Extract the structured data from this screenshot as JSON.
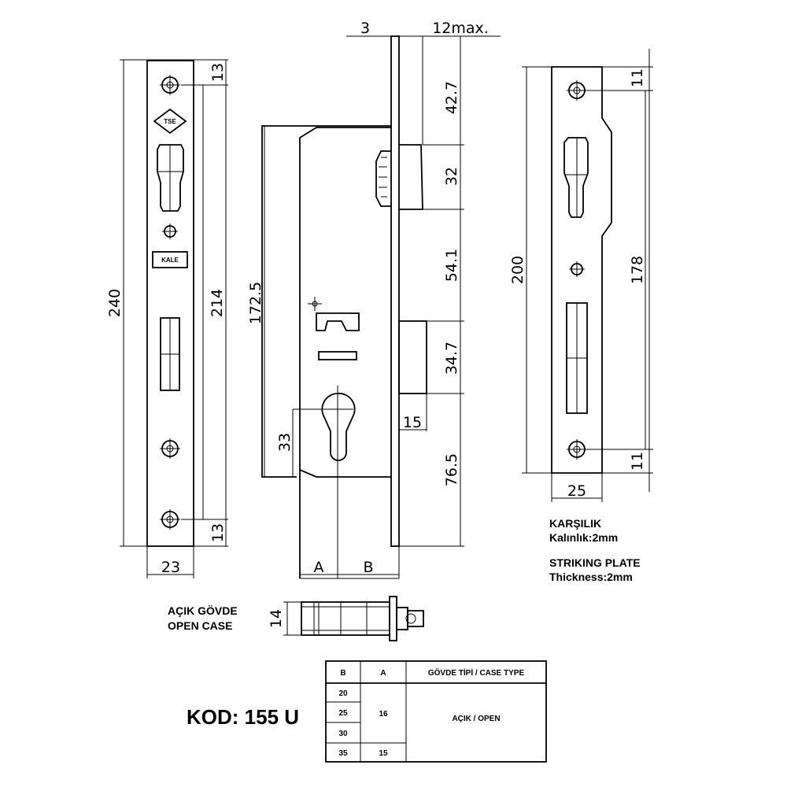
{
  "dimensions": {
    "faceplate_length": "240",
    "screw_pitch": "214",
    "screw_top_offset": "13",
    "screw_bottom_offset": "13",
    "faceplate_width": "23",
    "body_height": "172.5",
    "cylinder_height": "33",
    "faceplate_thickness": "3",
    "latch_projection": "12max.",
    "top_to_latch": "42.7",
    "latch_height": "32",
    "latch_to_bolt": "54.1",
    "bolt_height": "34.7",
    "bolt_to_bottom": "76.5",
    "bolt_throw": "15",
    "backset_a": "A",
    "distance_b": "B",
    "strike_length": "200",
    "strike_pitch": "178",
    "strike_top_offset": "11",
    "strike_bottom_offset": "11",
    "strike_width": "25",
    "case_depth": "14"
  },
  "labels": {
    "strike_tr_title": "KARŞILIK",
    "strike_tr_thickness": "Kalınlık:2mm",
    "strike_en_title": "STRIKING PLATE",
    "strike_en_thickness": "Thickness:2mm",
    "open_case_tr": "AÇIK GÖVDE",
    "open_case_en": "OPEN CASE",
    "product_code": "KOD: 155 U",
    "logo_tse": "TSE",
    "logo_kale": "KALE"
  },
  "table": {
    "headers": [
      "B",
      "A",
      "GÖVDE TİPİ / CASE TYPE"
    ],
    "b_values": [
      "20",
      "25",
      "30",
      "35"
    ],
    "a_values": [
      "16",
      "15"
    ],
    "case_type": "AÇIK / OPEN"
  }
}
